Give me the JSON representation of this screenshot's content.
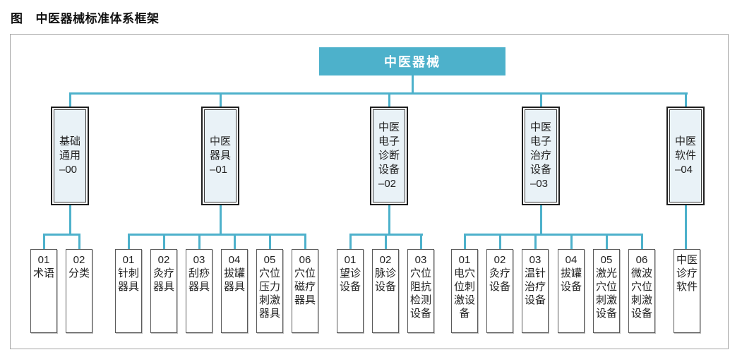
{
  "title": {
    "prefix": "图",
    "text": "中医器械标准体系框架"
  },
  "colors": {
    "accent": "#4db1cb",
    "branch-fill": "#e9f2f7",
    "leaf-border": "#5a5a5a"
  },
  "root": {
    "label": "中医器械"
  },
  "branches": [
    {
      "label": "基础\n通用\n–00",
      "children": [
        {
          "label": "01\n术语"
        },
        {
          "label": "02\n分类"
        }
      ]
    },
    {
      "label": "中医\n器具\n–01",
      "children": [
        {
          "label": "01\n针刺\n器具"
        },
        {
          "label": "02\n灸疗\n器具"
        },
        {
          "label": "03\n刮痧\n器具"
        },
        {
          "label": "04\n拔罐\n器具"
        },
        {
          "label": "05\n穴位\n压力\n刺激\n器具"
        },
        {
          "label": "06\n穴位\n磁疗\n器具"
        }
      ]
    },
    {
      "label": "中医\n电子\n诊断\n设备\n–02",
      "children": [
        {
          "label": "01\n望诊\n设备"
        },
        {
          "label": "02\n脉诊\n设备"
        },
        {
          "label": "03\n穴位\n阻抗\n检测\n设备"
        }
      ]
    },
    {
      "label": "中医\n电子\n治疗\n设备\n–03",
      "children": [
        {
          "label": "01\n电穴\n位刺\n激设\n备"
        },
        {
          "label": "02\n灸疗\n设备"
        },
        {
          "label": "03\n温针\n治疗\n设备"
        },
        {
          "label": "04\n拔罐\n设备"
        },
        {
          "label": "05\n激光\n穴位\n刺激\n设备"
        },
        {
          "label": "06\n微波\n穴位\n刺激\n设备"
        }
      ]
    },
    {
      "label": "中医\n软件\n–04",
      "children": [
        {
          "label": "中医\n诊疗\n软件"
        }
      ]
    }
  ]
}
